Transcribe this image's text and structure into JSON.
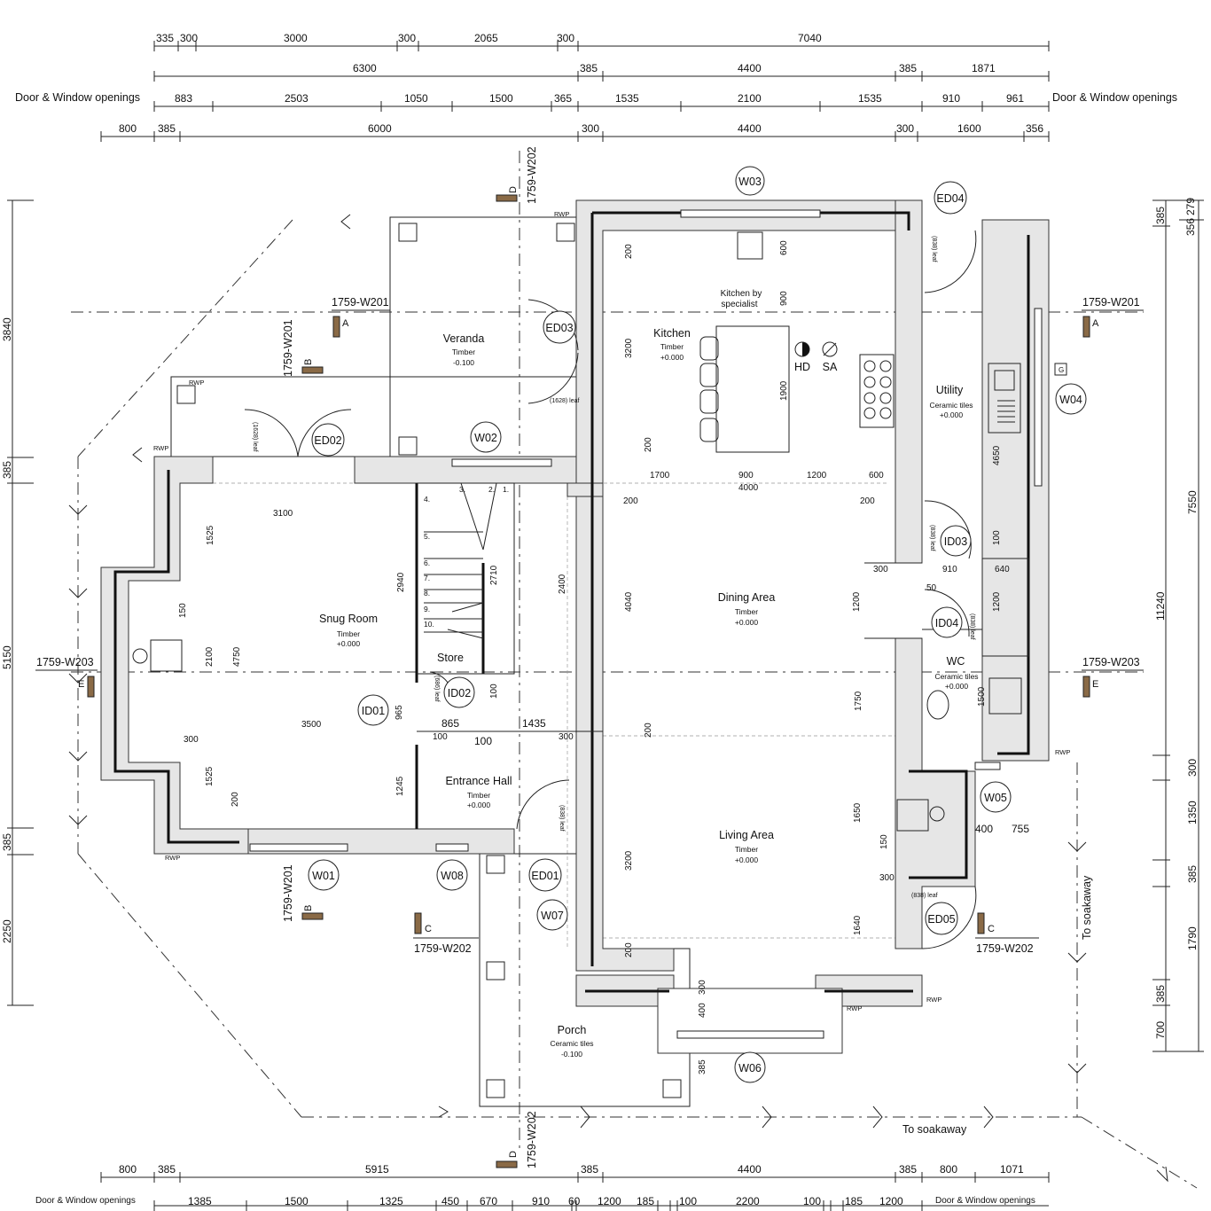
{
  "dimensions": {
    "top_row1": [
      "335",
      "300",
      "3000",
      "300",
      "2065",
      "300",
      "7040"
    ],
    "top_row2": [
      "6300",
      "385",
      "4400",
      "385",
      "1871"
    ],
    "top_row3": [
      "883",
      "2503",
      "1050",
      "1500",
      "365",
      "1535",
      "2100",
      "1535",
      "910",
      "961"
    ],
    "top_row4": [
      "800",
      "385",
      "6000",
      "300",
      "4400",
      "300",
      "1600",
      "356"
    ],
    "door_window_label": "Door & Window openings",
    "left": [
      "3840",
      "385",
      "5150",
      "385",
      "2250"
    ],
    "right_col1": [
      "385",
      "7550",
      "300",
      "1350",
      "385",
      "1790",
      "385",
      "700"
    ],
    "right_col2": [
      "356",
      "279"
    ],
    "right_total": "11240",
    "bottom_row1": [
      "800",
      "385",
      "5915",
      "385",
      "4400",
      "385",
      "800",
      "1071"
    ],
    "bottom_row2": [
      "1385",
      "1500",
      "1325",
      "450",
      "670",
      "910",
      "60",
      "1200",
      "185",
      "100",
      "2200",
      "100",
      "185",
      "1200"
    ],
    "interior": [
      "600",
      "900",
      "1900",
      "200",
      "3200",
      "1700",
      "900",
      "1200",
      "600",
      "4000",
      "200",
      "200",
      "200",
      "3100",
      "1525",
      "2940",
      "2710",
      "2400",
      "4040",
      "4650",
      "100",
      "300",
      "910",
      "640",
      "50",
      "1200",
      "1200",
      "150",
      "2100",
      "4750",
      "1750",
      "1500",
      "965",
      "3500",
      "865",
      "1435",
      "300",
      "100",
      "100",
      "100",
      "300",
      "200",
      "1525",
      "200",
      "1245",
      "1650",
      "400",
      "755",
      "150",
      "300",
      "3200",
      "1640",
      "200",
      "300",
      "400",
      "385"
    ]
  },
  "section_refs": {
    "w201": "1759-W201",
    "w202": "1759-W202",
    "w203": "1759-W203",
    "letters": [
      "A",
      "B",
      "C",
      "D",
      "E"
    ]
  },
  "rooms": {
    "veranda": {
      "name": "Veranda",
      "finish": "Timber",
      "level": "-0.100"
    },
    "kitchen": {
      "name": "Kitchen",
      "finish": "Timber",
      "level": "+0.000"
    },
    "kitchen_note": [
      "Kitchen by",
      "specialist"
    ],
    "utility": {
      "name": "Utility",
      "finish": "Ceramic tiles",
      "level": "+0.000"
    },
    "dining": {
      "name": "Dining Area",
      "finish": "Timber",
      "level": "+0.000"
    },
    "snug": {
      "name": "Snug Room",
      "finish": "Timber",
      "level": "+0.000"
    },
    "store": {
      "name": "Store"
    },
    "wc": {
      "name": "WC",
      "finish": "Ceramic tiles",
      "level": "+0.000"
    },
    "entrance": {
      "name": "Entrance Hall",
      "finish": "Timber",
      "level": "+0.000"
    },
    "living": {
      "name": "Living Area",
      "finish": "Timber",
      "level": "+0.000"
    },
    "porch": {
      "name": "Porch",
      "finish": "Ceramic tiles",
      "level": "-0.100"
    }
  },
  "tags": [
    "W03",
    "ED04",
    "ED03",
    "W02",
    "ED02",
    "W04",
    "ID03",
    "ID04",
    "ID02",
    "ID01",
    "W05",
    "W01",
    "W08",
    "ED01",
    "W07",
    "ED05",
    "W06"
  ],
  "leaf_notes": [
    "(838) leaf",
    "(1628) leaf",
    "(1628) leaf",
    "(686) leaf",
    "(838) leaf",
    "(838) leaf",
    "(838) leaf",
    "(838) leaf"
  ],
  "labels": {
    "hd": "HD",
    "sa": "SA",
    "rwp": "RWP",
    "soakaway": "To soakaway",
    "g": "G",
    "stair_steps": [
      "1.",
      "2.",
      "3.",
      "4.",
      "5.",
      "6.",
      "7.",
      "8.",
      "9.",
      "10."
    ]
  },
  "colors": {
    "wall_fill": "#e6e6e6",
    "section_marker": "#8a6a46",
    "line": "#111111"
  }
}
